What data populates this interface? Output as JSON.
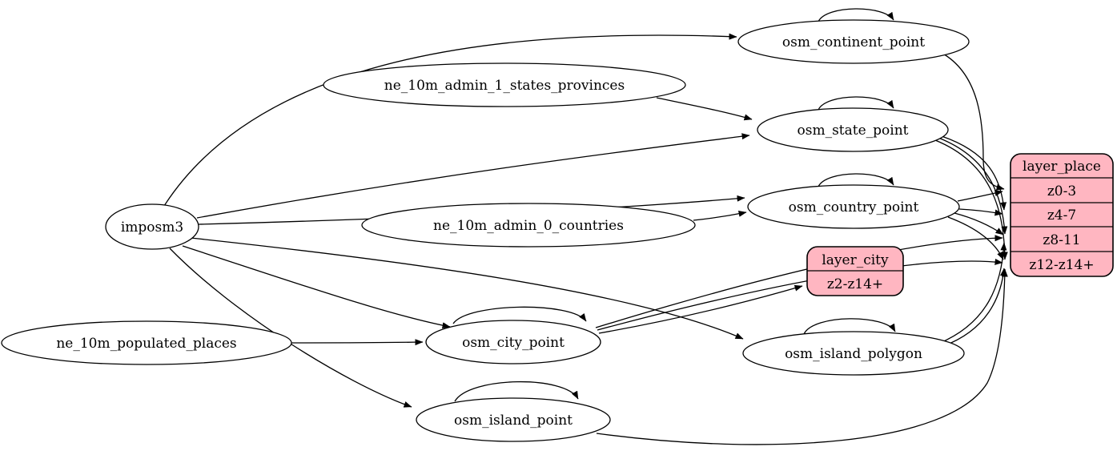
{
  "diagram": {
    "kind": "graphviz-dependency-diagram",
    "background": "#ffffff",
    "colors": {
      "layer_fill": "#ffb6c1",
      "node_fill": "#ffffff",
      "stroke": "#000000"
    },
    "nodes": {
      "imposm3": "imposm3",
      "ne_10m_admin_1_states_provinces": "ne_10m_admin_1_states_provinces",
      "ne_10m_admin_0_countries": "ne_10m_admin_0_countries",
      "ne_10m_populated_places": "ne_10m_populated_places",
      "osm_continent_point": "osm_continent_point",
      "osm_state_point": "osm_state_point",
      "osm_country_point": "osm_country_point",
      "osm_city_point": "osm_city_point",
      "osm_island_polygon": "osm_island_polygon",
      "osm_island_point": "osm_island_point"
    },
    "layer_place": {
      "title": "layer_place",
      "row_z0_3": "z0-3",
      "row_z4_7": "z4-7",
      "row_z8_11": "z8-11",
      "row_z12_z14": "z12-z14+"
    },
    "layer_city": {
      "title": "layer_city",
      "row_z2_z14": "z2-z14+"
    },
    "edges": [
      {
        "from": "imposm3",
        "to": "osm_continent_point"
      },
      {
        "from": "imposm3",
        "to": "osm_state_point"
      },
      {
        "from": "imposm3",
        "to": "osm_country_point"
      },
      {
        "from": "imposm3",
        "to": "osm_city_point"
      },
      {
        "from": "imposm3",
        "to": "osm_island_polygon"
      },
      {
        "from": "imposm3",
        "to": "osm_island_point"
      },
      {
        "from": "ne_10m_admin_1_states_provinces",
        "to": "osm_state_point"
      },
      {
        "from": "ne_10m_admin_0_countries",
        "to": "osm_country_point"
      },
      {
        "from": "ne_10m_populated_places",
        "to": "osm_city_point"
      },
      {
        "from": "osm_continent_point",
        "to": "osm_continent_point",
        "self_loop": true
      },
      {
        "from": "osm_state_point",
        "to": "osm_state_point",
        "self_loop": true
      },
      {
        "from": "osm_country_point",
        "to": "osm_country_point",
        "self_loop": true
      },
      {
        "from": "osm_city_point",
        "to": "osm_city_point",
        "self_loop": true
      },
      {
        "from": "osm_island_polygon",
        "to": "osm_island_polygon",
        "self_loop": true
      },
      {
        "from": "osm_island_point",
        "to": "osm_island_point",
        "self_loop": true
      },
      {
        "from": "osm_continent_point",
        "to": "layer_place.z0-3"
      },
      {
        "from": "osm_country_point",
        "to": "layer_place.z0-3"
      },
      {
        "from": "osm_country_point",
        "to": "layer_place.z4-7"
      },
      {
        "from": "osm_country_point",
        "to": "layer_place.z8-11"
      },
      {
        "from": "osm_country_point",
        "to": "layer_place.z12-z14+"
      },
      {
        "from": "osm_state_point",
        "to": "layer_place.z4-7"
      },
      {
        "from": "osm_state_point",
        "to": "layer_place.z8-11"
      },
      {
        "from": "osm_state_point",
        "to": "layer_place.z12-z14+"
      },
      {
        "from": "osm_city_point",
        "to": "layer_city.z2-z14+"
      },
      {
        "from": "osm_city_point",
        "to": "layer_place.z8-11"
      },
      {
        "from": "osm_city_point",
        "to": "layer_place.z12-z14+"
      },
      {
        "from": "osm_island_polygon",
        "to": "layer_place.z8-11"
      },
      {
        "from": "osm_island_polygon",
        "to": "layer_place.z12-z14+"
      },
      {
        "from": "osm_island_point",
        "to": "layer_place.z12-z14+"
      }
    ]
  }
}
